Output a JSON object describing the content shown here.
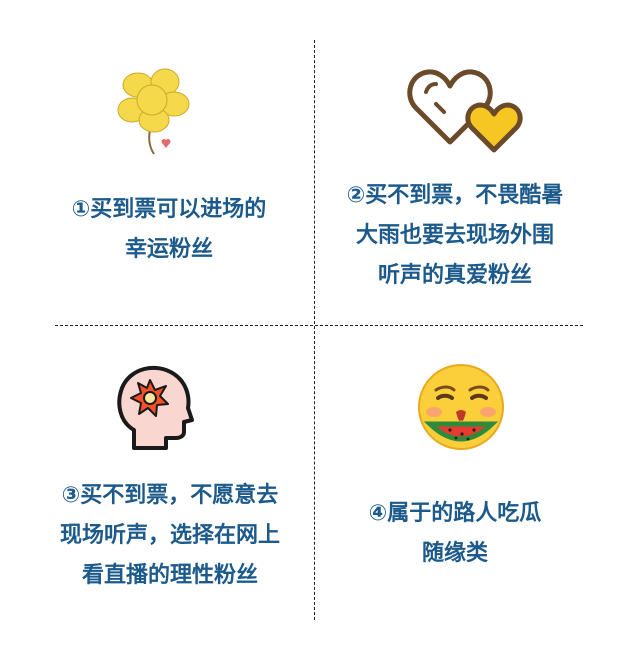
{
  "quadrants": [
    {
      "lines": [
        "①买到票可以进场的",
        "幸运粉丝"
      ],
      "icon": "flower-icon"
    },
    {
      "lines": [
        "②买不到票，不畏酷暑",
        "大雨也要去现场外围",
        "听声的真爱粉丝"
      ],
      "icon": "hearts-icon"
    },
    {
      "lines": [
        "③买不到票，不愿意去",
        "现场听声，选择在网上",
        "看直播的理性粉丝"
      ],
      "icon": "head-burst-icon"
    },
    {
      "lines": [
        "④属于的路人吃瓜",
        "随缘类"
      ],
      "icon": "watermelon-emoji-icon"
    }
  ],
  "colors": {
    "text": "#1d5a8c",
    "flower": "#f6d94a",
    "heart_outline": "#6b4a2a",
    "heart_fill": "#f6c623",
    "head": "#f9d6cf"
  }
}
